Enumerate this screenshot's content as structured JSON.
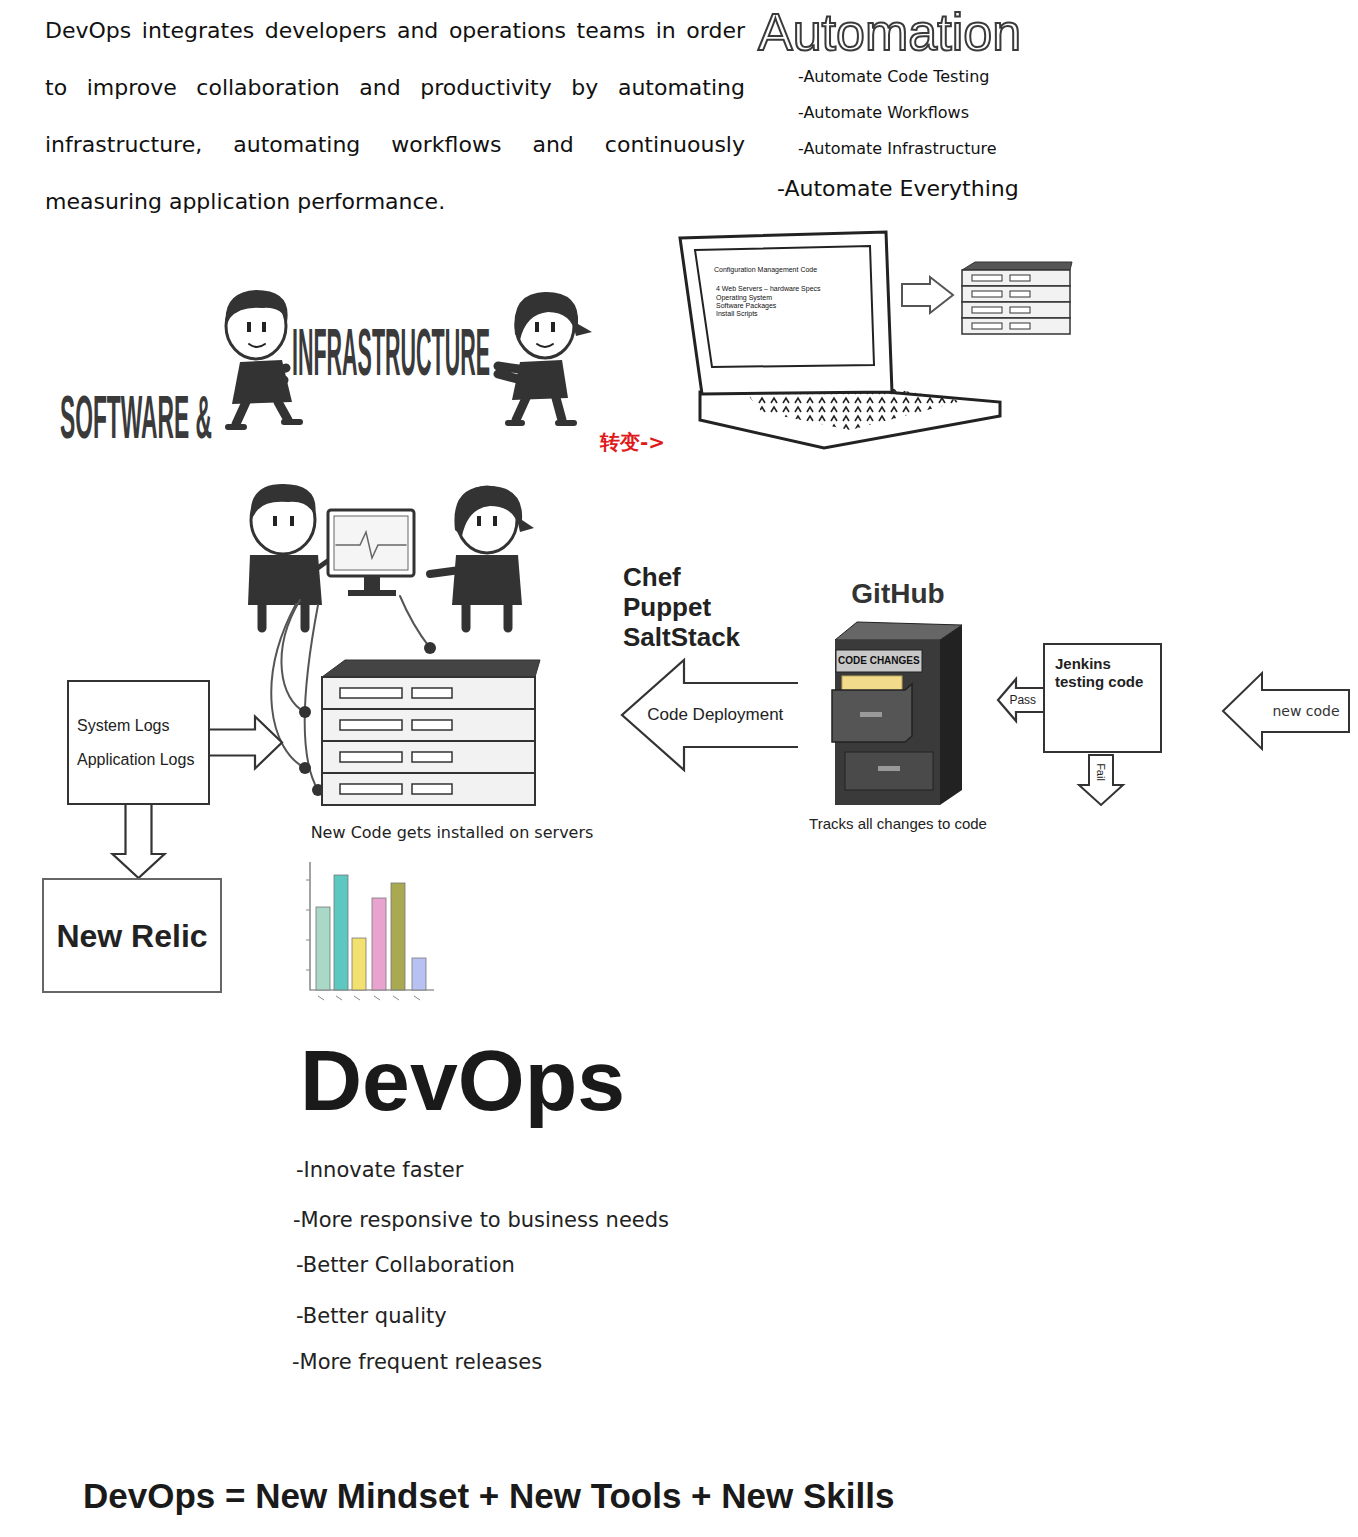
{
  "diagram": {
    "caption": "DevOps = New Mindset + New Tools + New Skills",
    "nodes": [
      {
        "text": [
          "System Logs",
          "Application Logs"
        ]
      },
      {
        "text": [
          "New Code gets installed on servers"
        ]
      },
      {
        "text": [
          "GitHub",
          "Tracks all changes to code"
        ]
      },
      {
        "text": [
          "Jenkins testing code"
        ]
      },
      {
        "text": [
          "new code"
        ]
      },
      {
        "text": [
          "New Relic"
        ]
      }
    ],
    "edges": [
      {
        "from": 0,
        "to": 1,
        "arrow": "to"
      },
      {
        "from": 0,
        "to": 5,
        "arrow": "to"
      },
      {
        "from": 2,
        "to": 1,
        "label": "Code Deployment",
        "arrow": "to"
      },
      {
        "from": 3,
        "to": 2,
        "label": "Pass",
        "arrow": "to"
      }
    ],
    "labels": [
      "DevOps integrates developers and operations teams in order to improve collaboration and productivity by automating infrastructure, automating workflows and continuously measuring application performance.",
      "Automation",
      "-Automate Code Testing",
      "-Automate Workflows",
      "-Automate Infrastructure",
      "-Automate Everything",
      "SOFTWARE &",
      "INFRASTRUCTURE",
      "Configuration Management Code",
      "4 Web Servers – hardware Specs",
      "Operating System",
      "Software Packages",
      "Install Scripts",
      "转变->",
      "Chef",
      "Puppet",
      "SaltStack",
      "CODE CHANGES",
      "Fail",
      "DevOps",
      "-Innovate faster",
      "-More responsive to business needs",
      "-Better Collaboration",
      "-Better quality",
      "-More frequent releases"
    ]
  }
}
